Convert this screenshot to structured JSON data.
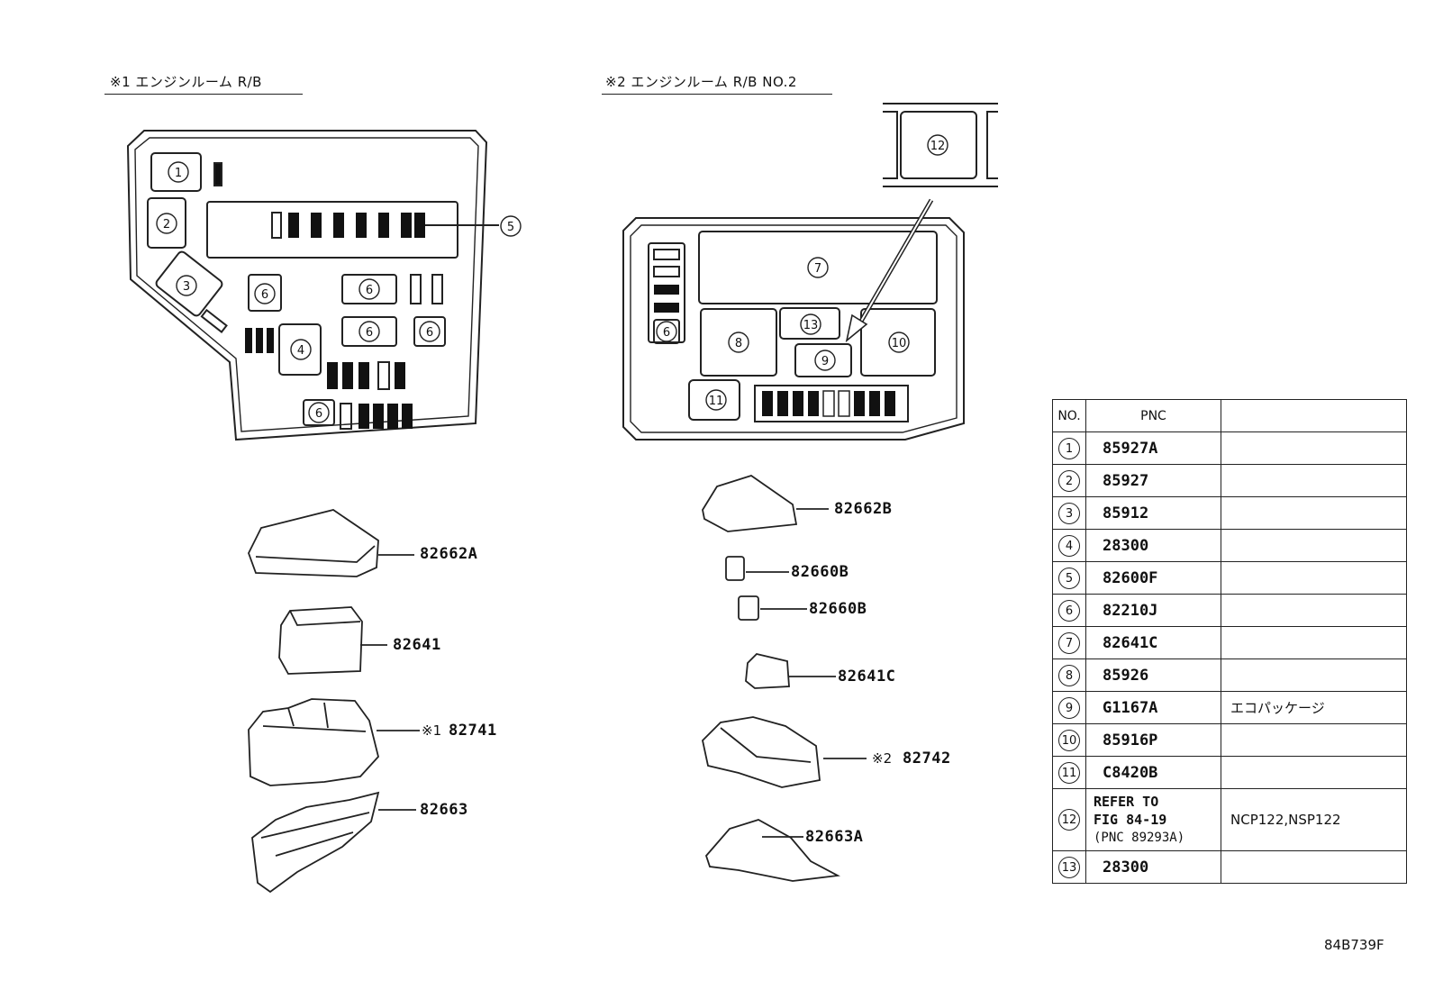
{
  "section1": {
    "title": "※1 エンジンルーム R/B"
  },
  "section2": {
    "title": "※2 エンジンルーム R/B  NO.2"
  },
  "callouts": [
    "1",
    "2",
    "3",
    "4",
    "5",
    "6",
    "7",
    "8",
    "9",
    "10",
    "11",
    "12",
    "13"
  ],
  "parts_left": [
    {
      "label": "82662A"
    },
    {
      "label": "82641"
    },
    {
      "mark": "※1",
      "label": "82741"
    },
    {
      "label": "82663"
    }
  ],
  "parts_right": [
    {
      "label": "82662B"
    },
    {
      "label": "82660B"
    },
    {
      "label": "82660B"
    },
    {
      "label": "82641C"
    },
    {
      "mark": "※2",
      "label": "82742"
    },
    {
      "label": "82663A"
    }
  ],
  "table": {
    "header": {
      "no": "NO.",
      "pnc": "PNC",
      "remark": ""
    },
    "rows": [
      {
        "no": "1",
        "pnc": "85927A",
        "remark": ""
      },
      {
        "no": "2",
        "pnc": "85927",
        "remark": ""
      },
      {
        "no": "3",
        "pnc": "85912",
        "remark": ""
      },
      {
        "no": "4",
        "pnc": "28300",
        "remark": ""
      },
      {
        "no": "5",
        "pnc": "82600F",
        "remark": ""
      },
      {
        "no": "6",
        "pnc": "82210J",
        "remark": ""
      },
      {
        "no": "7",
        "pnc": "82641C",
        "remark": ""
      },
      {
        "no": "8",
        "pnc": "85926",
        "remark": ""
      },
      {
        "no": "9",
        "pnc": "G1167A",
        "remark": "エコパッケージ"
      },
      {
        "no": "10",
        "pnc": "85916P",
        "remark": ""
      },
      {
        "no": "11",
        "pnc": "C8420B",
        "remark": ""
      },
      {
        "no": "12",
        "pnc_lines": [
          "REFER TO",
          "FIG 84-19",
          "(PNC 89293A)"
        ],
        "remark": "NCP122,NSP122"
      },
      {
        "no": "13",
        "pnc": "28300",
        "remark": ""
      }
    ]
  },
  "figure_code": "84B739F"
}
